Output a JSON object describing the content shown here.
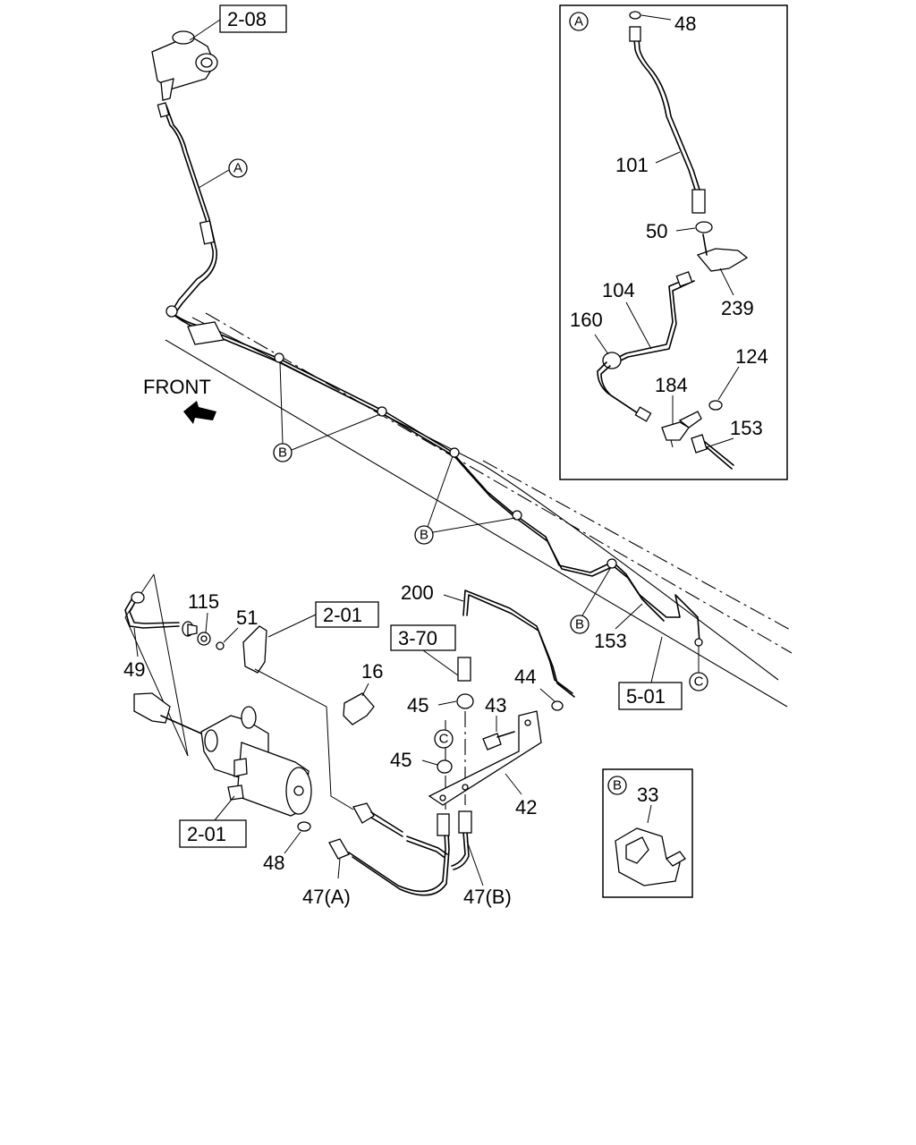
{
  "front_label": "FRONT",
  "ref_boxes": {
    "r_208": "2-08",
    "r_201_top": "2-01",
    "r_370": "3-70",
    "r_501": "5-01",
    "r_201_bottom": "2-01"
  },
  "callouts": {
    "A_main": "A",
    "B_1": "B",
    "B_2": "B",
    "B_3": "B",
    "C_1": "C",
    "C_2": "C",
    "A_inset": "A",
    "B_inset": "B"
  },
  "parts": {
    "p48_inset": "48",
    "p101": "101",
    "p50": "50",
    "p104": "104",
    "p239": "239",
    "p160": "160",
    "p124": "124",
    "p184": "184",
    "p153_inset": "153",
    "p200": "200",
    "p153": "153",
    "p115": "115",
    "p51": "51",
    "p49": "49",
    "p16": "16",
    "p44": "44",
    "p45_a": "45",
    "p43": "43",
    "p45_b": "45",
    "p42": "42",
    "p48": "48",
    "p47a": "47(A)",
    "p47b": "47(B)",
    "p33": "33"
  }
}
